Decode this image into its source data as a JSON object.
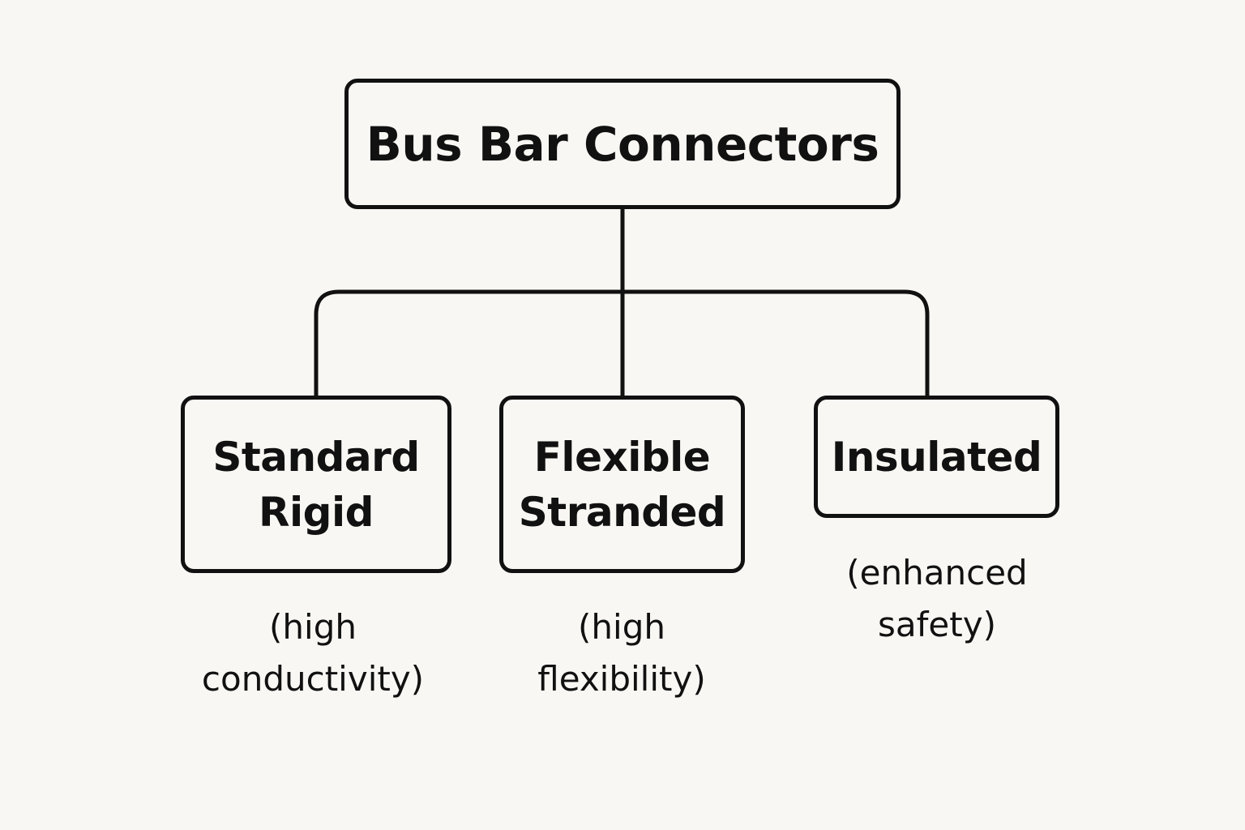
{
  "diagram": {
    "root": {
      "label": "Bus Bar Connectors"
    },
    "children": [
      {
        "label_lines": [
          "Standard",
          "Rigid"
        ],
        "note_lines": [
          "(high",
          "conductivity)"
        ]
      },
      {
        "label_lines": [
          "Flexible",
          "Stranded"
        ],
        "note_lines": [
          "(high",
          "flexibility)"
        ]
      },
      {
        "label_lines": [
          "Insulated"
        ],
        "note_lines": [
          "(enhanced",
          "safety)"
        ]
      }
    ],
    "colors": {
      "background": "#f8f7f3",
      "stroke": "#111111",
      "text": "#111111"
    }
  }
}
